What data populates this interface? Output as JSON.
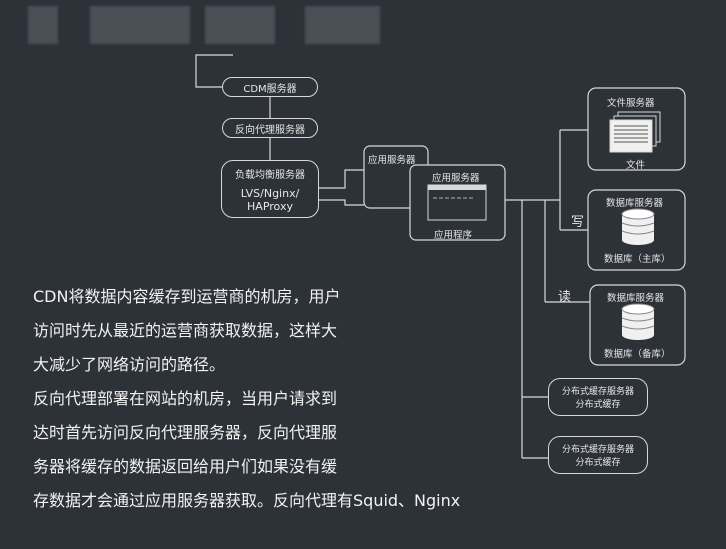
{
  "diagram": {
    "cdn_server": "CDM服务器",
    "reverse_proxy": "反向代理服务器",
    "load_balancer": {
      "title": "负载均衡服务器",
      "line1": "LVS/Nginx/",
      "line2": "HAProxy"
    },
    "app_server_back": "应用服务器",
    "app_server_front": {
      "title": "应用服务器",
      "program": "应用程序"
    },
    "file_server": {
      "title": "文件服务器",
      "file_label": "文件"
    },
    "db_master": {
      "title": "数据库服务器",
      "label": "数据库（主库）"
    },
    "db_slave": {
      "title": "数据库服务器",
      "label": "数据库（备库）"
    },
    "cache1": {
      "title": "分布式缓存服务器",
      "sub": "分布式缓存"
    },
    "cache2": {
      "title": "分布式缓存服务器",
      "sub": "分布式缓存"
    },
    "write_label": "写",
    "read_label": "读"
  },
  "description": {
    "lines": [
      "CDN将数据内容缓存到运营商的机房，用户",
      "访问时先从最近的运营商获取数据，这样大",
      "大减少了网络访问的路径。",
      "反向代理部署在网站的机房，当用户请求到",
      "达时首先访问反向代理服务器，反向代理服",
      "务器将缓存的数据返回给用户们如果没有缓",
      "存数据才会通过应用服务器获取。反向代理有Squid、Nginx"
    ]
  },
  "colors": {
    "background": "#2d3238",
    "line": "#d8d8d8",
    "text": "#e6e6e6"
  }
}
